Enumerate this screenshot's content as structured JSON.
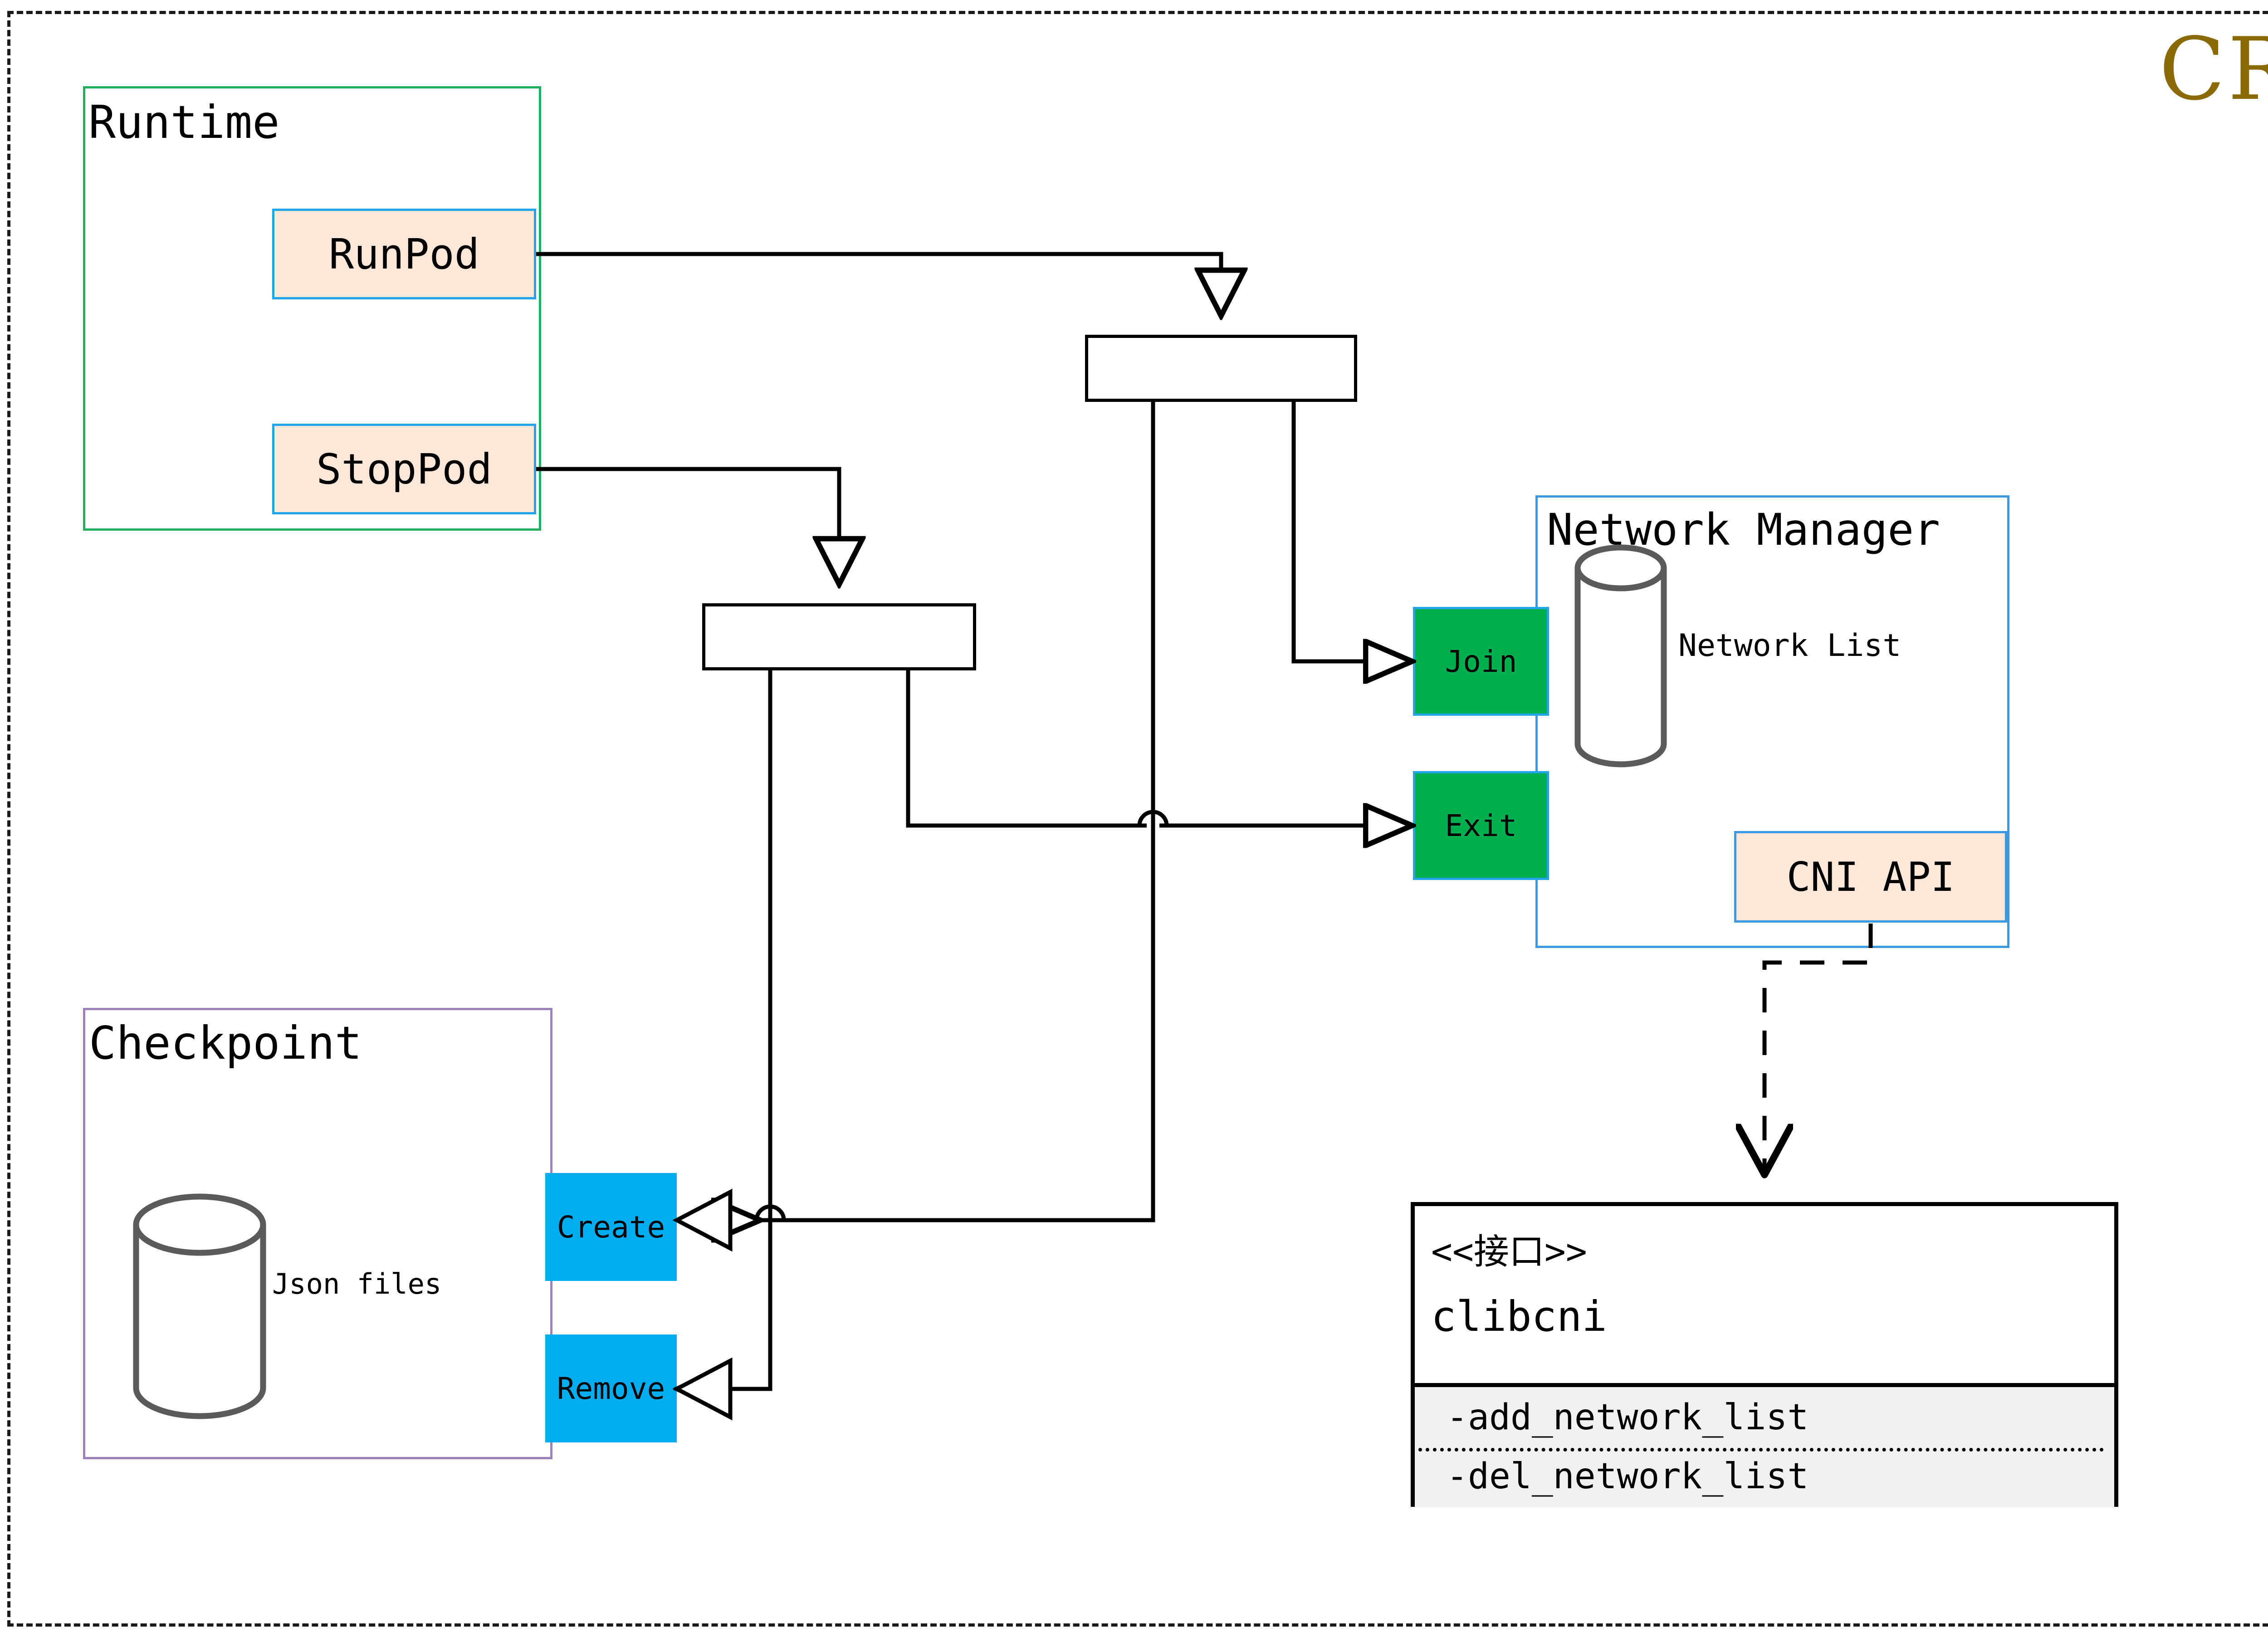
{
  "diagram": {
    "title": "CRI",
    "title_color": "#8a6a06",
    "type": "uml-component-activity-diagram"
  },
  "frame": {
    "style": "dashed",
    "color": "#1a1a1a"
  },
  "containers": {
    "runtime": {
      "label": "Runtime",
      "border_color": "#1faf5d"
    },
    "checkpoint": {
      "label": "Checkpoint",
      "border_color": "#9c82bb"
    },
    "network_manager": {
      "label": "Network Manager",
      "border_color": "#3d9ae0"
    }
  },
  "operations": {
    "runpod": {
      "label": "RunPod",
      "fill": "#fce7d8",
      "border": "#22a5e8"
    },
    "stoppod": {
      "label": "StopPod",
      "fill": "#fce7d8",
      "border": "#22a5e8"
    },
    "cni_api": {
      "label": "CNI API",
      "fill": "#fce7d8",
      "border": "#3d9ae0"
    },
    "join": {
      "label": "Join",
      "fill": "#02af4f",
      "border": "#22a5e8"
    },
    "exit": {
      "label": "Exit",
      "fill": "#02af4f",
      "border": "#22a5e8"
    },
    "create": {
      "label": "Create",
      "fill": "#01adee"
    },
    "remove": {
      "label": "Remove",
      "fill": "#01adee"
    }
  },
  "datastores": {
    "network_list": {
      "label": "Network List",
      "shape": "cylinder",
      "color": "#5a5a5a"
    },
    "json_files": {
      "label": "Json files",
      "shape": "cylinder",
      "color": "#5a5a5a"
    }
  },
  "interface": {
    "stereotype": "<<接口>>",
    "name": "clibcni",
    "operations": [
      "-add_network_list",
      "-del_network_list"
    ]
  },
  "icons": {
    "cylinder": "database-cylinder-icon",
    "fork_bar": "fork-join-bar-icon",
    "open_arrow": "open-triangle-arrow-icon",
    "dashed_arrow": "dashed-realization-arrow-icon",
    "line_hop": "line-hop-jump-icon"
  }
}
